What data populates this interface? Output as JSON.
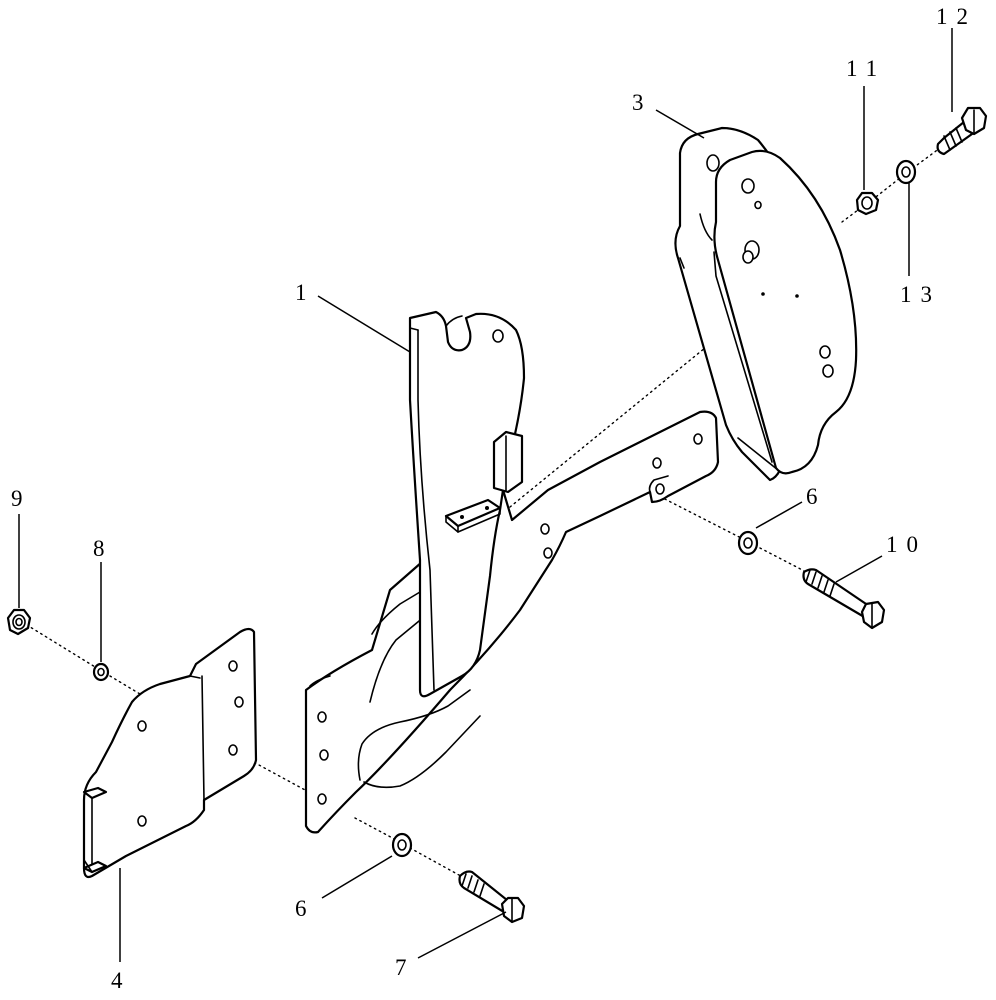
{
  "callouts": {
    "c1": "1",
    "c3": "3",
    "c4": "4",
    "c6a": "6",
    "c6b": "6",
    "c7": "7",
    "c8": "8",
    "c9": "9",
    "c10": "10",
    "c11": "11",
    "c12": "12",
    "c13": "13"
  }
}
